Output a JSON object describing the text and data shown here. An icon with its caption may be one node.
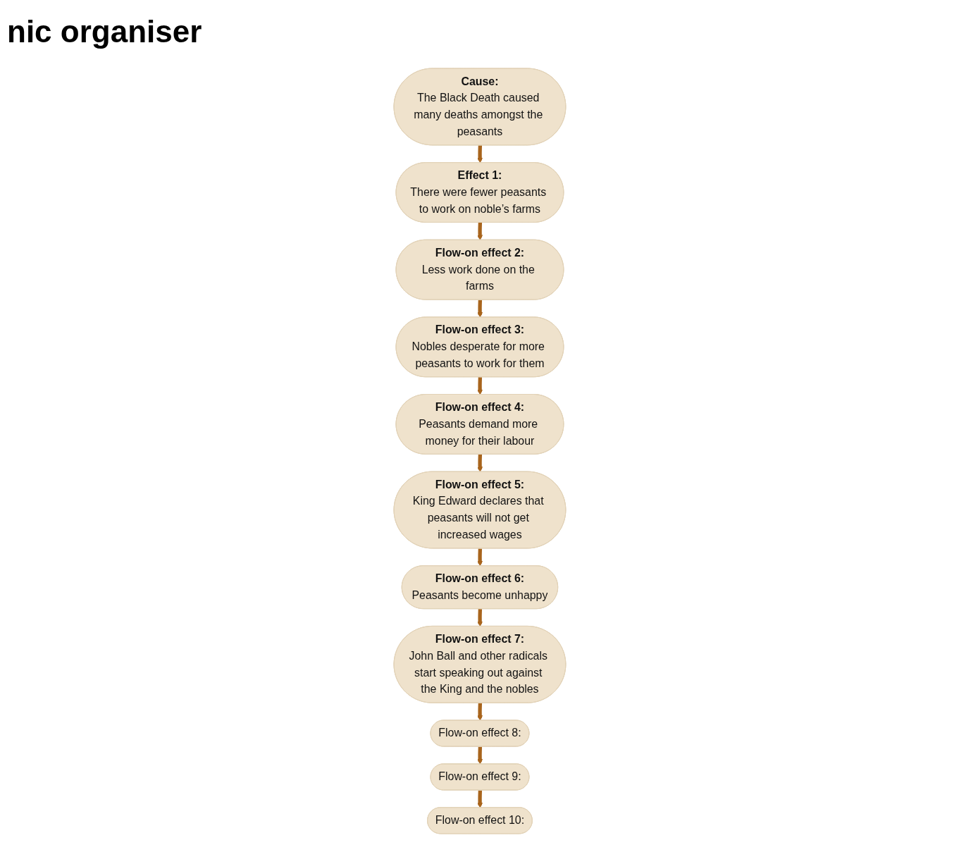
{
  "diagram": {
    "title": "nic organiser",
    "nodes": [
      {
        "text": [
          "Cause:",
          "The Black Death caused many deaths amongst the peasants"
        ]
      },
      {
        "text": [
          "Effect 1:",
          "There were fewer peasants to work on noble’s farms"
        ]
      },
      {
        "text": [
          "Flow-on effect 2:",
          "Less work done on the farms"
        ]
      },
      {
        "text": [
          "Flow-on effect 3:",
          "Nobles desperate for more peasants to work for them"
        ]
      },
      {
        "text": [
          "Flow-on effect 4:",
          "Peasants demand more money for their labour"
        ]
      },
      {
        "text": [
          "Flow-on effect 5:",
          "King Edward declares that peasants will not get increased wages"
        ]
      },
      {
        "text": [
          "Flow-on effect 6:",
          "Peasants become unhappy"
        ]
      },
      {
        "text": [
          "Flow-on effect 7:",
          "John Ball and other radicals start speaking out against the King and the nobles"
        ]
      },
      {
        "text": [
          "Flow-on effect 8:"
        ]
      },
      {
        "text": [
          "Flow-on effect 9:"
        ]
      },
      {
        "text": [
          "Flow-on effect 10:"
        ]
      }
    ],
    "edges": [
      {
        "from": 0,
        "to": 1,
        "arrow": "to"
      },
      {
        "from": 1,
        "to": 2,
        "arrow": "to"
      },
      {
        "from": 2,
        "to": 3,
        "arrow": "to"
      },
      {
        "from": 3,
        "to": 4,
        "arrow": "to"
      },
      {
        "from": 4,
        "to": 5,
        "arrow": "to"
      },
      {
        "from": 5,
        "to": 6,
        "arrow": "to"
      },
      {
        "from": 6,
        "to": 7,
        "arrow": "to"
      },
      {
        "from": 7,
        "to": 8,
        "arrow": "to"
      },
      {
        "from": 8,
        "to": 9,
        "arrow": "to"
      },
      {
        "from": 9,
        "to": 10,
        "arrow": "to"
      }
    ]
  }
}
